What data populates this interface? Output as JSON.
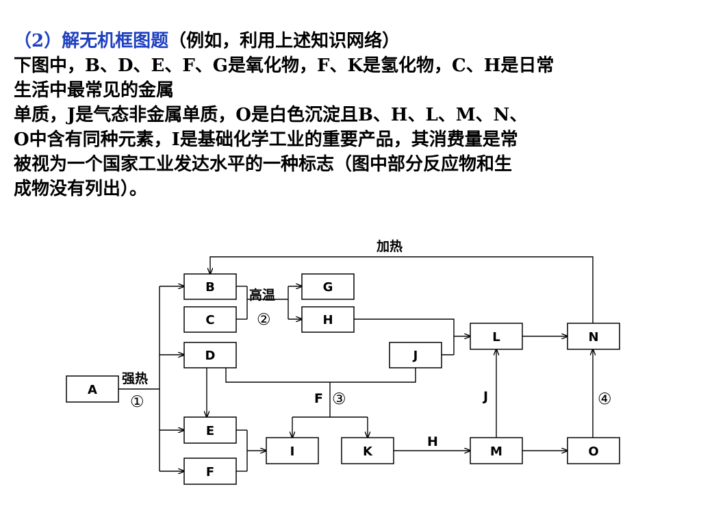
{
  "paragraph": {
    "heading_blue": "（2）解无机框图题",
    "heading_rest": "（例如，利用上述知识网络）",
    "line1": "下图中，B、D、E、F、G是氧化物，F、K是氢化物，C、H是日常",
    "line2": "生活中最常见的金属",
    "line3": "单质，J是气态非金属单质，O是白色沉淀且B、H、L、M、N、",
    "line4": "O中含有同种元素，I是基础化学工业的重要产品，其消费量是常",
    "line5": "被视为一个国家工业发达水平的一种标志（图中部分反应物和生",
    "line6": "成物没有列出）。"
  },
  "diagram": {
    "nodes": {
      "A": "A",
      "B": "B",
      "C": "C",
      "D": "D",
      "E": "E",
      "F": "F",
      "G": "G",
      "H": "H",
      "I": "I",
      "J": "J",
      "K": "K",
      "L": "L",
      "M": "M",
      "N": "N",
      "O": "O"
    },
    "labels": {
      "heat_top": "加热",
      "high_temp": "高温",
      "strong_heat": "强热",
      "circle_1": "①",
      "circle_2": "②",
      "circle_3": "③",
      "circle_4": "④",
      "f_label": "F",
      "h_label": "H",
      "j_label": "J"
    }
  }
}
